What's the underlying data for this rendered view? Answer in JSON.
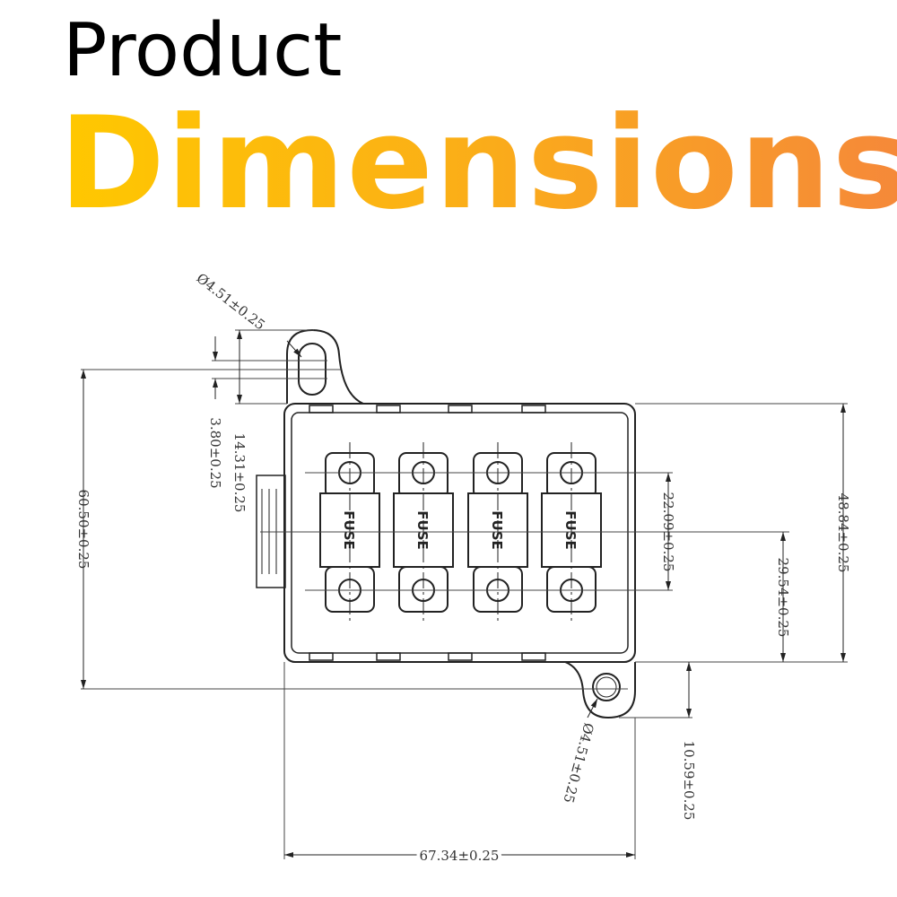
{
  "title": {
    "line1": "Product",
    "line2": "Dimensions",
    "gradient": [
      "#ffc800",
      "#f5883a"
    ]
  },
  "fuse_label": "FUSE",
  "dimensions": {
    "hole_top": "Ø4.51±0.25",
    "hole_bottom": "Ø4.51±0.25",
    "slot_height": "3.80±0.25",
    "tab_height": "14.31±0.25",
    "overall_height": "60.50±0.25",
    "body_height": "48.84±0.25",
    "terminal_spacing": "22.09±0.25",
    "center_to_bottom": "29.54±0.25",
    "bottom_tab": "10.59±0.25",
    "width": "67.34±0.25"
  }
}
